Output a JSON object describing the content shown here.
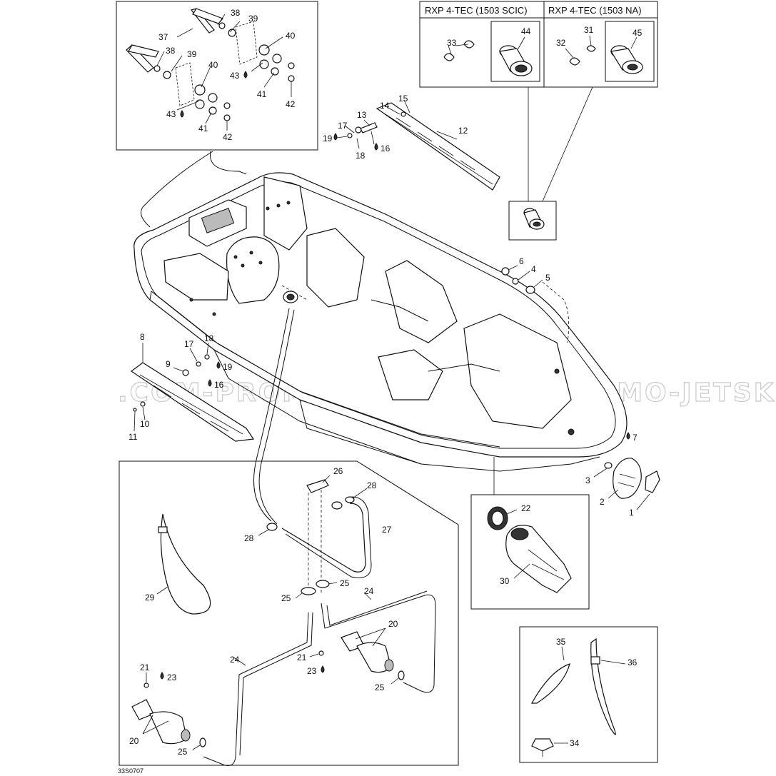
{
  "headers": {
    "scic": "RXP 4-TEC (1503 SCIC)",
    "na": "RXP 4-TEC (1503 NA)"
  },
  "drawing_ref": "33S0707",
  "watermark": ".COM-PROMO-JETSKI.COM-PROMO-JETSKI",
  "callouts": {
    "c1": "1",
    "c2": "2",
    "c3": "3",
    "c4": "4",
    "c5": "5",
    "c6": "6",
    "c7": "7",
    "c8": "8",
    "c9": "9",
    "c10": "10",
    "c11": "11",
    "c12": "12",
    "c13": "13",
    "c14": "14",
    "c15": "15",
    "c16a": "16",
    "c16b": "16",
    "c17a": "17",
    "c17b": "17",
    "c18a": "18",
    "c18b": "18",
    "c19a": "19",
    "c19b": "19",
    "c20a": "20",
    "c20b": "20",
    "c21a": "21",
    "c21b": "21",
    "c22": "22",
    "c23a": "23",
    "c23b": "23",
    "c24a": "24",
    "c24b": "24",
    "c25a": "25",
    "c25b": "25",
    "c25c": "25",
    "c25d": "25",
    "c26": "26",
    "c27": "27",
    "c28a": "28",
    "c28b": "28",
    "c29": "29",
    "c30": "30",
    "c31": "31",
    "c32": "32",
    "c33": "33",
    "c34": "34",
    "c35": "35",
    "c36": "36",
    "c37": "37",
    "c38a": "38",
    "c38b": "38",
    "c39a": "39",
    "c39b": "39",
    "c40a": "40",
    "c40b": "40",
    "c41a": "41",
    "c41b": "41",
    "c42a": "42",
    "c42b": "42",
    "c43a": "43",
    "c43b": "43",
    "c44": "44",
    "c45": "45"
  }
}
